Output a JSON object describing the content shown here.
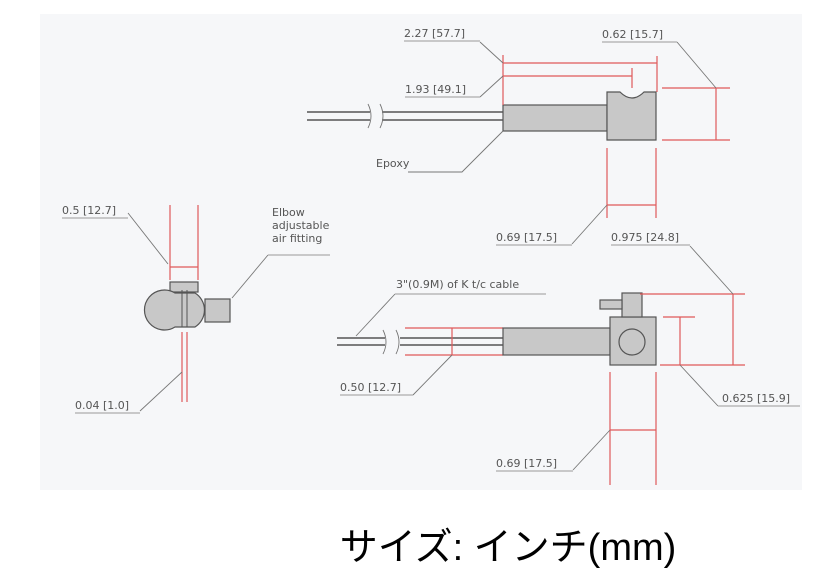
{
  "top_view": {
    "dim_overall": "2.27 [57.7]",
    "dim_body": "1.93 [49.1]",
    "epoxy": "Epoxy",
    "dim_height": "0.62 [15.7]",
    "dim_head_width": "0.69 [17.5]"
  },
  "side_view": {
    "dim_width": "0.5 [12.7]",
    "fitting_label": [
      "Elbow",
      "adjustable",
      "air fitting"
    ],
    "dim_gap": "0.04 [1.0]"
  },
  "bottom_view": {
    "dim_total_height": "0.975 [24.8]",
    "cable_label": "3\"(0.9M) of K t/c cable",
    "dim_sheath": "0.50 [12.7]",
    "dim_head_height": "0.625 [15.9]",
    "dim_head_width": "0.69 [17.5]"
  },
  "caption": "サイズ: インチ(mm)",
  "colors": {
    "dimension": "#e05a5a",
    "body": "#c8c8c8",
    "background": "#f6f7f9"
  }
}
